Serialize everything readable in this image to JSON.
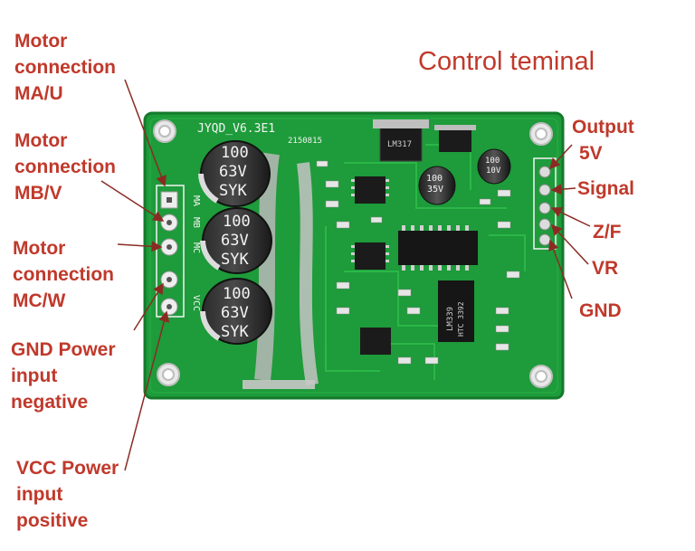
{
  "title": "Control teminal",
  "board": {
    "model": "JYQD_V6.3E1",
    "date": "2150815",
    "capacitor_text": [
      "100",
      "63V",
      "SYK"
    ],
    "small_cap_1": [
      "100",
      "35V"
    ],
    "small_cap_2": [
      "100",
      "10V"
    ],
    "ic_regulator": "LM317",
    "ic_comparator": [
      "LM339",
      "HTC 3392"
    ],
    "motor_pins": [
      "MA",
      "MB",
      "MC"
    ],
    "power_pin": "VCC"
  },
  "left_labels": [
    {
      "lines": [
        "Motor",
        "connection",
        "MA/U"
      ]
    },
    {
      "lines": [
        "Motor",
        "connection",
        "MB/V"
      ]
    },
    {
      "lines": [
        "Motor",
        "connection",
        "MC/W"
      ]
    },
    {
      "lines": [
        "GND Power",
        "input",
        "negative"
      ]
    },
    {
      "lines": [
        "VCC Power",
        "input",
        "positive"
      ]
    }
  ],
  "right_labels": [
    {
      "lines": [
        "Output",
        "5V"
      ]
    },
    {
      "lines": [
        "Signal"
      ]
    },
    {
      "lines": [
        "Z/F"
      ]
    },
    {
      "lines": [
        "VR"
      ]
    },
    {
      "lines": [
        "GND"
      ]
    }
  ],
  "colors": {
    "label": "#c0392b",
    "arrow": "#8a2b23",
    "pcb": "#1e9b3a",
    "pcb_dark": "#137a2b",
    "trace": "#2fbf4c",
    "silkscreen": "#f4f4f4"
  }
}
